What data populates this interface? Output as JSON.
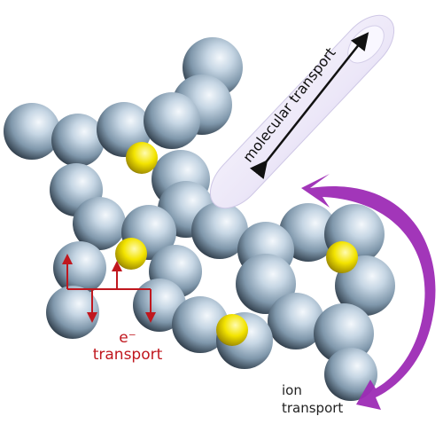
{
  "labels": {
    "molecular": "molecular  transport",
    "electron_symbol": "e⁻",
    "electron_word": "transport",
    "ion_line1": "ion",
    "ion_line2": "transport"
  },
  "colors": {
    "electron": "#c0171e",
    "ion": "#9d2bb5",
    "molecular_text": "#111111",
    "sphere_light": "#eef4fb",
    "sphere_mid": "#9fb4c6",
    "sphere_dark": "#1a222b",
    "dopant": "#f2e300",
    "cylinder": "#ece7f8"
  },
  "icons": [
    "sphere-icon",
    "dopant-sphere-icon",
    "cylinder-icon",
    "double-arrow-icon",
    "curved-arrow-icon"
  ]
}
